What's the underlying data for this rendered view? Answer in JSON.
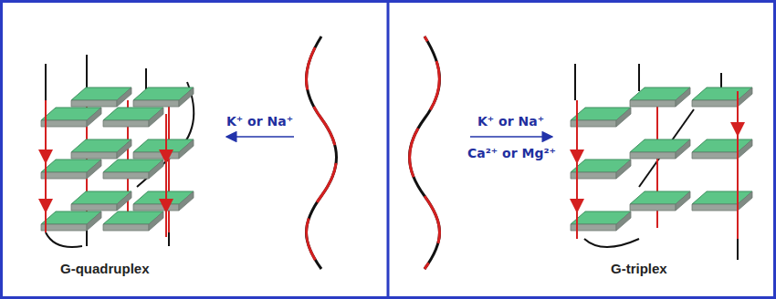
{
  "diagram": {
    "labels": [
      "G-quadruplex",
      "K⁺ or Na⁺",
      "K⁺ or Na⁺",
      "Ca²⁺ or Mg²⁺",
      "G-triplex"
    ]
  }
}
